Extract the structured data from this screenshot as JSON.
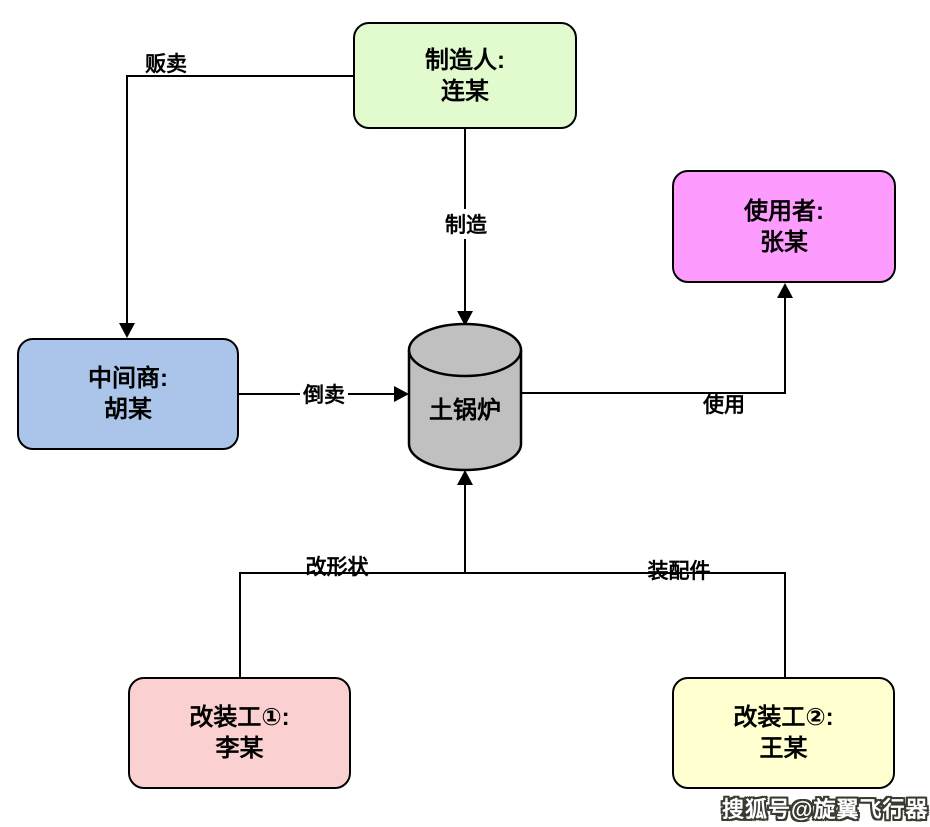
{
  "nodes": {
    "manufacturer": {
      "line1": "制造人:",
      "line2": "连某",
      "color": "#e1fbce"
    },
    "user": {
      "line1": "使用者:",
      "line2": "张某",
      "color": "#fe9bfe"
    },
    "middleman": {
      "line1": "中间商:",
      "line2": "胡某",
      "color": "#aac5e9"
    },
    "boiler": {
      "label": "土锅炉",
      "color": "#c0c0c0"
    },
    "modifier1": {
      "line1": "改装工①:",
      "line2": "李某",
      "color": "#fbd0d0"
    },
    "modifier2": {
      "line1": "改装工②:",
      "line2": "王某",
      "color": "#ffffcf"
    }
  },
  "edges": {
    "sell": {
      "label": "贩卖"
    },
    "manufacture": {
      "label": "制造"
    },
    "resell": {
      "label": "倒卖"
    },
    "use": {
      "label": "使用"
    },
    "reshape": {
      "label": "改形状"
    },
    "fit_parts": {
      "label": "装配件"
    }
  },
  "watermark": {
    "text": "搜狐号@旋翼飞行器"
  },
  "line_color": "#000000",
  "background_color": "#ffffff"
}
